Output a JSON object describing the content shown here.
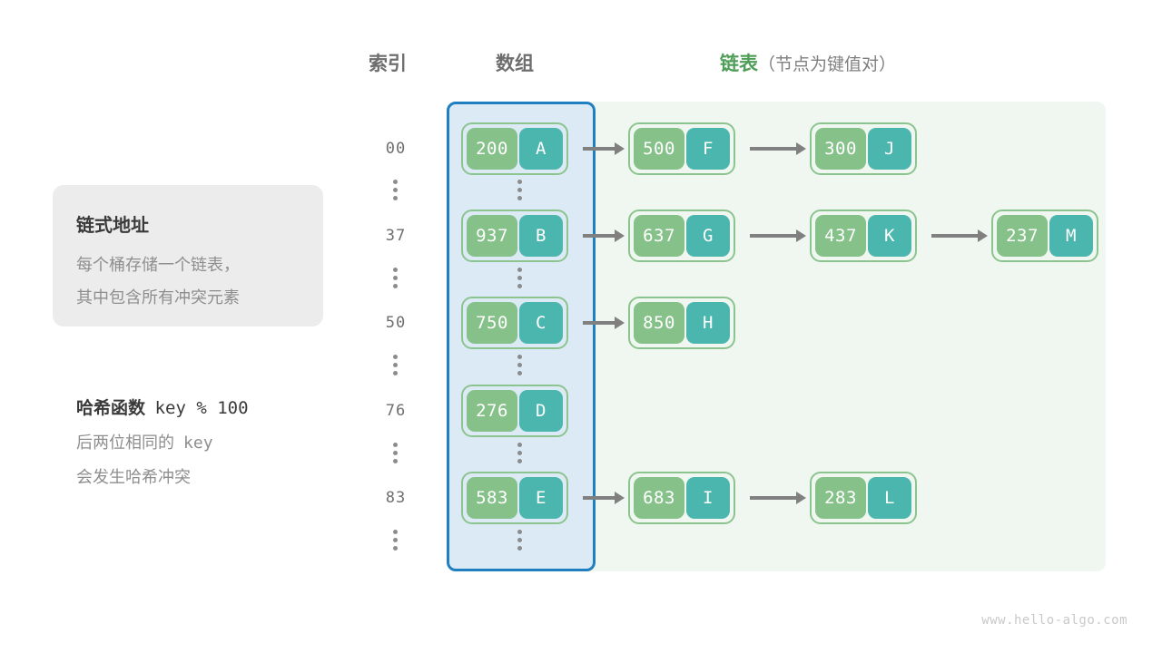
{
  "headers": {
    "index": "索引",
    "array": "数组",
    "list_main": "链表",
    "list_sub": "（节点为键值对）"
  },
  "info_card": {
    "title": "链式地址",
    "line1": "每个桶存储一个链表，",
    "line2": "其中包含所有冲突元素"
  },
  "hash_note": {
    "title_label": "哈希函数",
    "title_code": "key % 100",
    "line1": "后两位相同的",
    "line1_code": "key",
    "line2": "会发生哈希冲突"
  },
  "colors": {
    "key_green": "#85c189",
    "value_teal": "#4bb6ad",
    "node_border": "#8cc48f",
    "array_bg": "#dceaf6",
    "array_border": "#1f7fc0",
    "list_bg": "#f0f7f0",
    "arrow_gray": "#808080",
    "header_gray": "#6e6e6e",
    "accent_green": "#4e9e58"
  },
  "buckets": [
    {
      "index": "00",
      "nodes": [
        {
          "key": "200",
          "value": "A"
        },
        {
          "key": "500",
          "value": "F"
        },
        {
          "key": "300",
          "value": "J"
        }
      ]
    },
    {
      "index": "37",
      "nodes": [
        {
          "key": "937",
          "value": "B"
        },
        {
          "key": "637",
          "value": "G"
        },
        {
          "key": "437",
          "value": "K"
        },
        {
          "key": "237",
          "value": "M"
        }
      ]
    },
    {
      "index": "50",
      "nodes": [
        {
          "key": "750",
          "value": "C"
        },
        {
          "key": "850",
          "value": "H"
        }
      ]
    },
    {
      "index": "76",
      "nodes": [
        {
          "key": "276",
          "value": "D"
        }
      ]
    },
    {
      "index": "83",
      "nodes": [
        {
          "key": "583",
          "value": "E"
        },
        {
          "key": "683",
          "value": "I"
        },
        {
          "key": "283",
          "value": "L"
        }
      ]
    }
  ],
  "ellipsis_rows": 6,
  "watermark": "www.hello-algo.com"
}
